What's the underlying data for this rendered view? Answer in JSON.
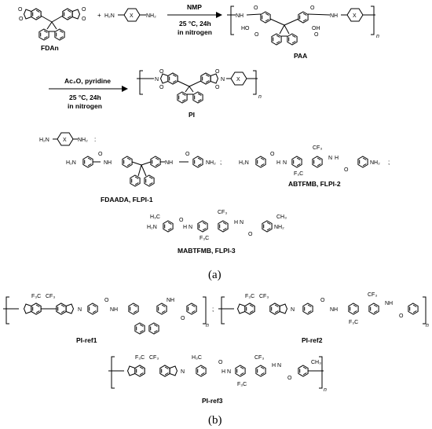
{
  "scheme_a": {
    "reactant_1": "FDAn",
    "plus": "+",
    "step1_solvent": "NMP",
    "step1_conditions_1": "25 °C, 24h",
    "step1_conditions_2": "in nitrogen",
    "intermediate": "PAA",
    "step2_reagents": "Ac₂O, pyridine",
    "step2_conditions_1": "25 °C, 24h",
    "step2_conditions_2": "in nitrogen",
    "product": "PI",
    "repeat_n": "n",
    "diamine_symbol": "X",
    "diamine_colon": ":",
    "diamine_1": "FDAADA, FLPI-1",
    "diamine_2": "ABTFMB, FLPI-2",
    "diamine_3": "MABTFMB, FLPI-3",
    "separator": ";",
    "panel_label": "(a)"
  },
  "scheme_b": {
    "ref_1": "PI-ref1",
    "ref_2": "PI-ref2",
    "ref_3": "PI-ref3",
    "separator": ";",
    "panel_label": "(b)"
  },
  "atoms": {
    "nh": "NH",
    "n": "N",
    "h": "H",
    "o": "O",
    "h2n": "H₂N",
    "nh2": "NH₂",
    "cf3": "CF₃",
    "f3c": "F₃C",
    "ch3": "CH₃",
    "h3c": "H₃C",
    "ho": "HO",
    "oh": "OH"
  }
}
